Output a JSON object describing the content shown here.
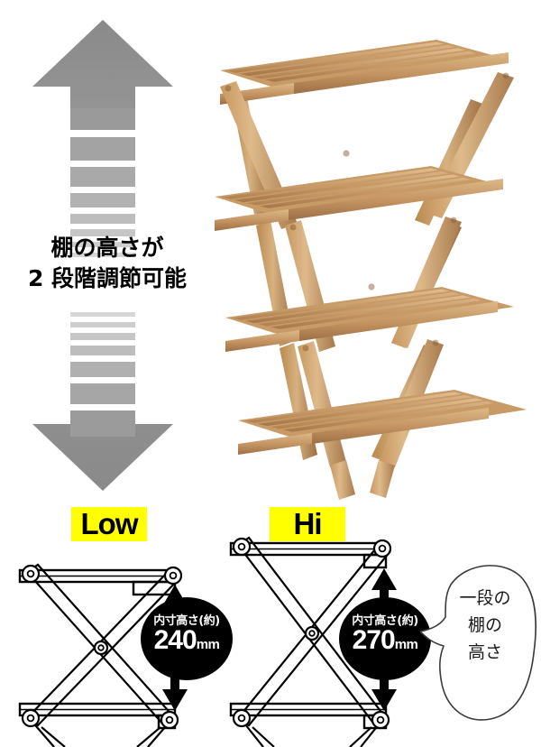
{
  "headline": {
    "line1": "棚の高さが",
    "line2": "2 段階調節可能"
  },
  "arrow": {
    "name": "double-headed-vertical-arrow",
    "color_dark": "#7f7f7f",
    "color_light": "#d4d4d4"
  },
  "photo": {
    "alt": "折りたたみ式 木製 4段 シェルフ",
    "shelf_count": 4,
    "wood_color": "#c99a63"
  },
  "configs": [
    {
      "id": "low",
      "label": "Low",
      "label_bg": "#ffff00",
      "label_color": "#000000",
      "dimension_caption": "内寸高さ(約)",
      "dimension_value": "240",
      "dimension_unit": "mm"
    },
    {
      "id": "hi",
      "label": "Hi",
      "label_bg": "#ffff00",
      "label_color": "#000000",
      "dimension_caption": "内寸高さ(約)",
      "dimension_value": "270",
      "dimension_unit": "mm"
    }
  ],
  "callout": {
    "line1": "一段の",
    "line2": "棚の",
    "line3": "高さ"
  }
}
